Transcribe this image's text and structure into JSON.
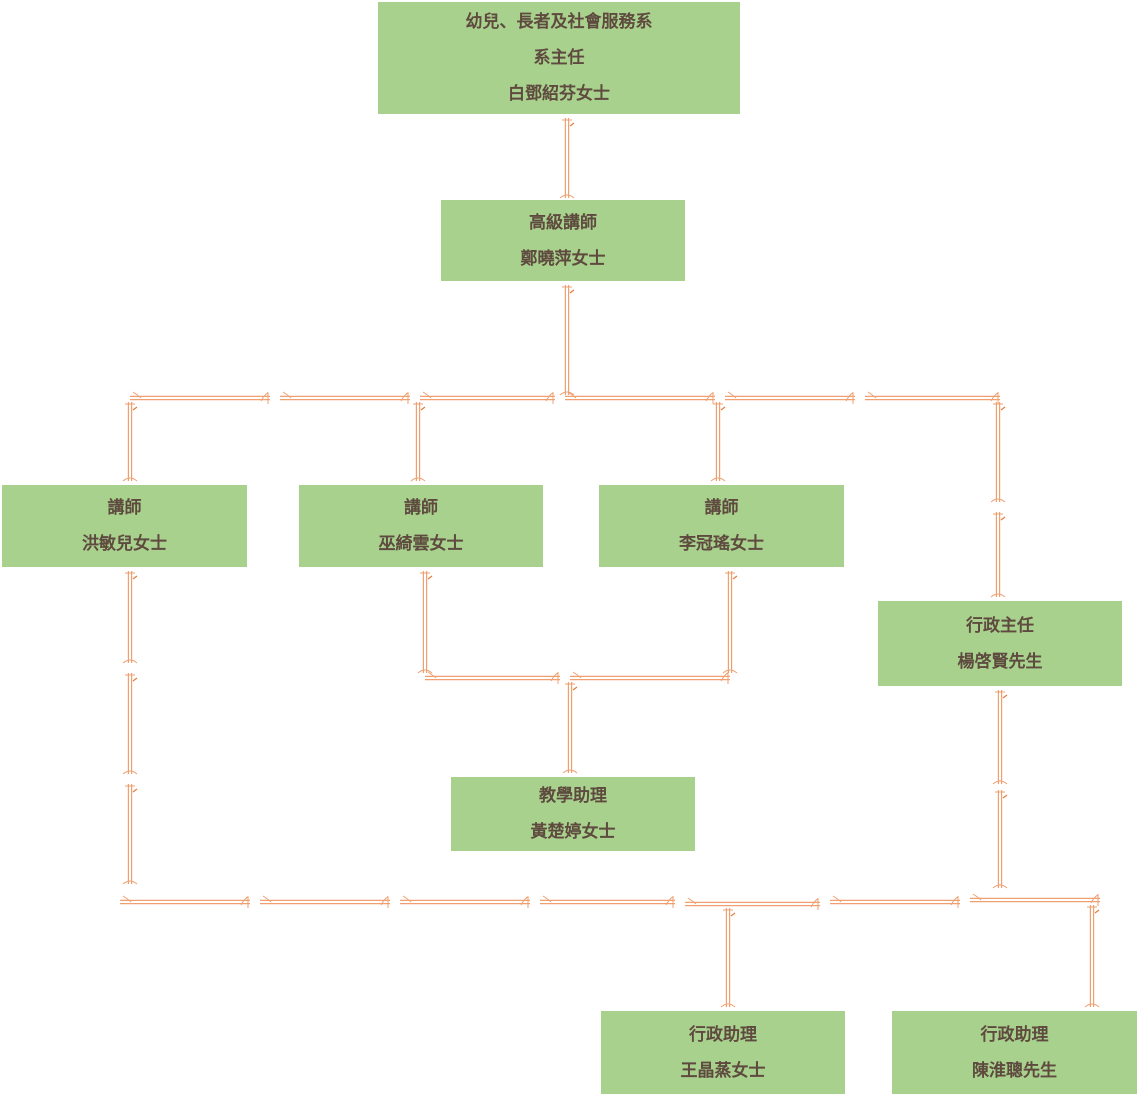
{
  "nodes": {
    "dept": {
      "dept_name": "幼兒、長者及社會服務系",
      "role": "系主任",
      "person": "白鄧紹芬女士"
    },
    "senior": {
      "role": "高級講師",
      "person": "鄭曉萍女士"
    },
    "hung": {
      "role": "講師",
      "person": "洪敏兒女士"
    },
    "wu": {
      "role": "講師",
      "person": "巫綺雲女士"
    },
    "lee": {
      "role": "講師",
      "person": "李冠瑤女士"
    },
    "admin": {
      "role": "行政主任",
      "person": "楊啓賢先生"
    },
    "ta": {
      "role": "教學助理",
      "person": "黃楚婷女士"
    },
    "wong": {
      "role": "行政助理",
      "person": "王晶蒸女士"
    },
    "chan": {
      "role": "行政助理",
      "person": "陳淮聰先生"
    }
  },
  "colors": {
    "box_fill": "#a9d18e",
    "box_text": "#5e4a3e",
    "connector": "#f0a070",
    "connector_accent": "#e87a3c"
  }
}
